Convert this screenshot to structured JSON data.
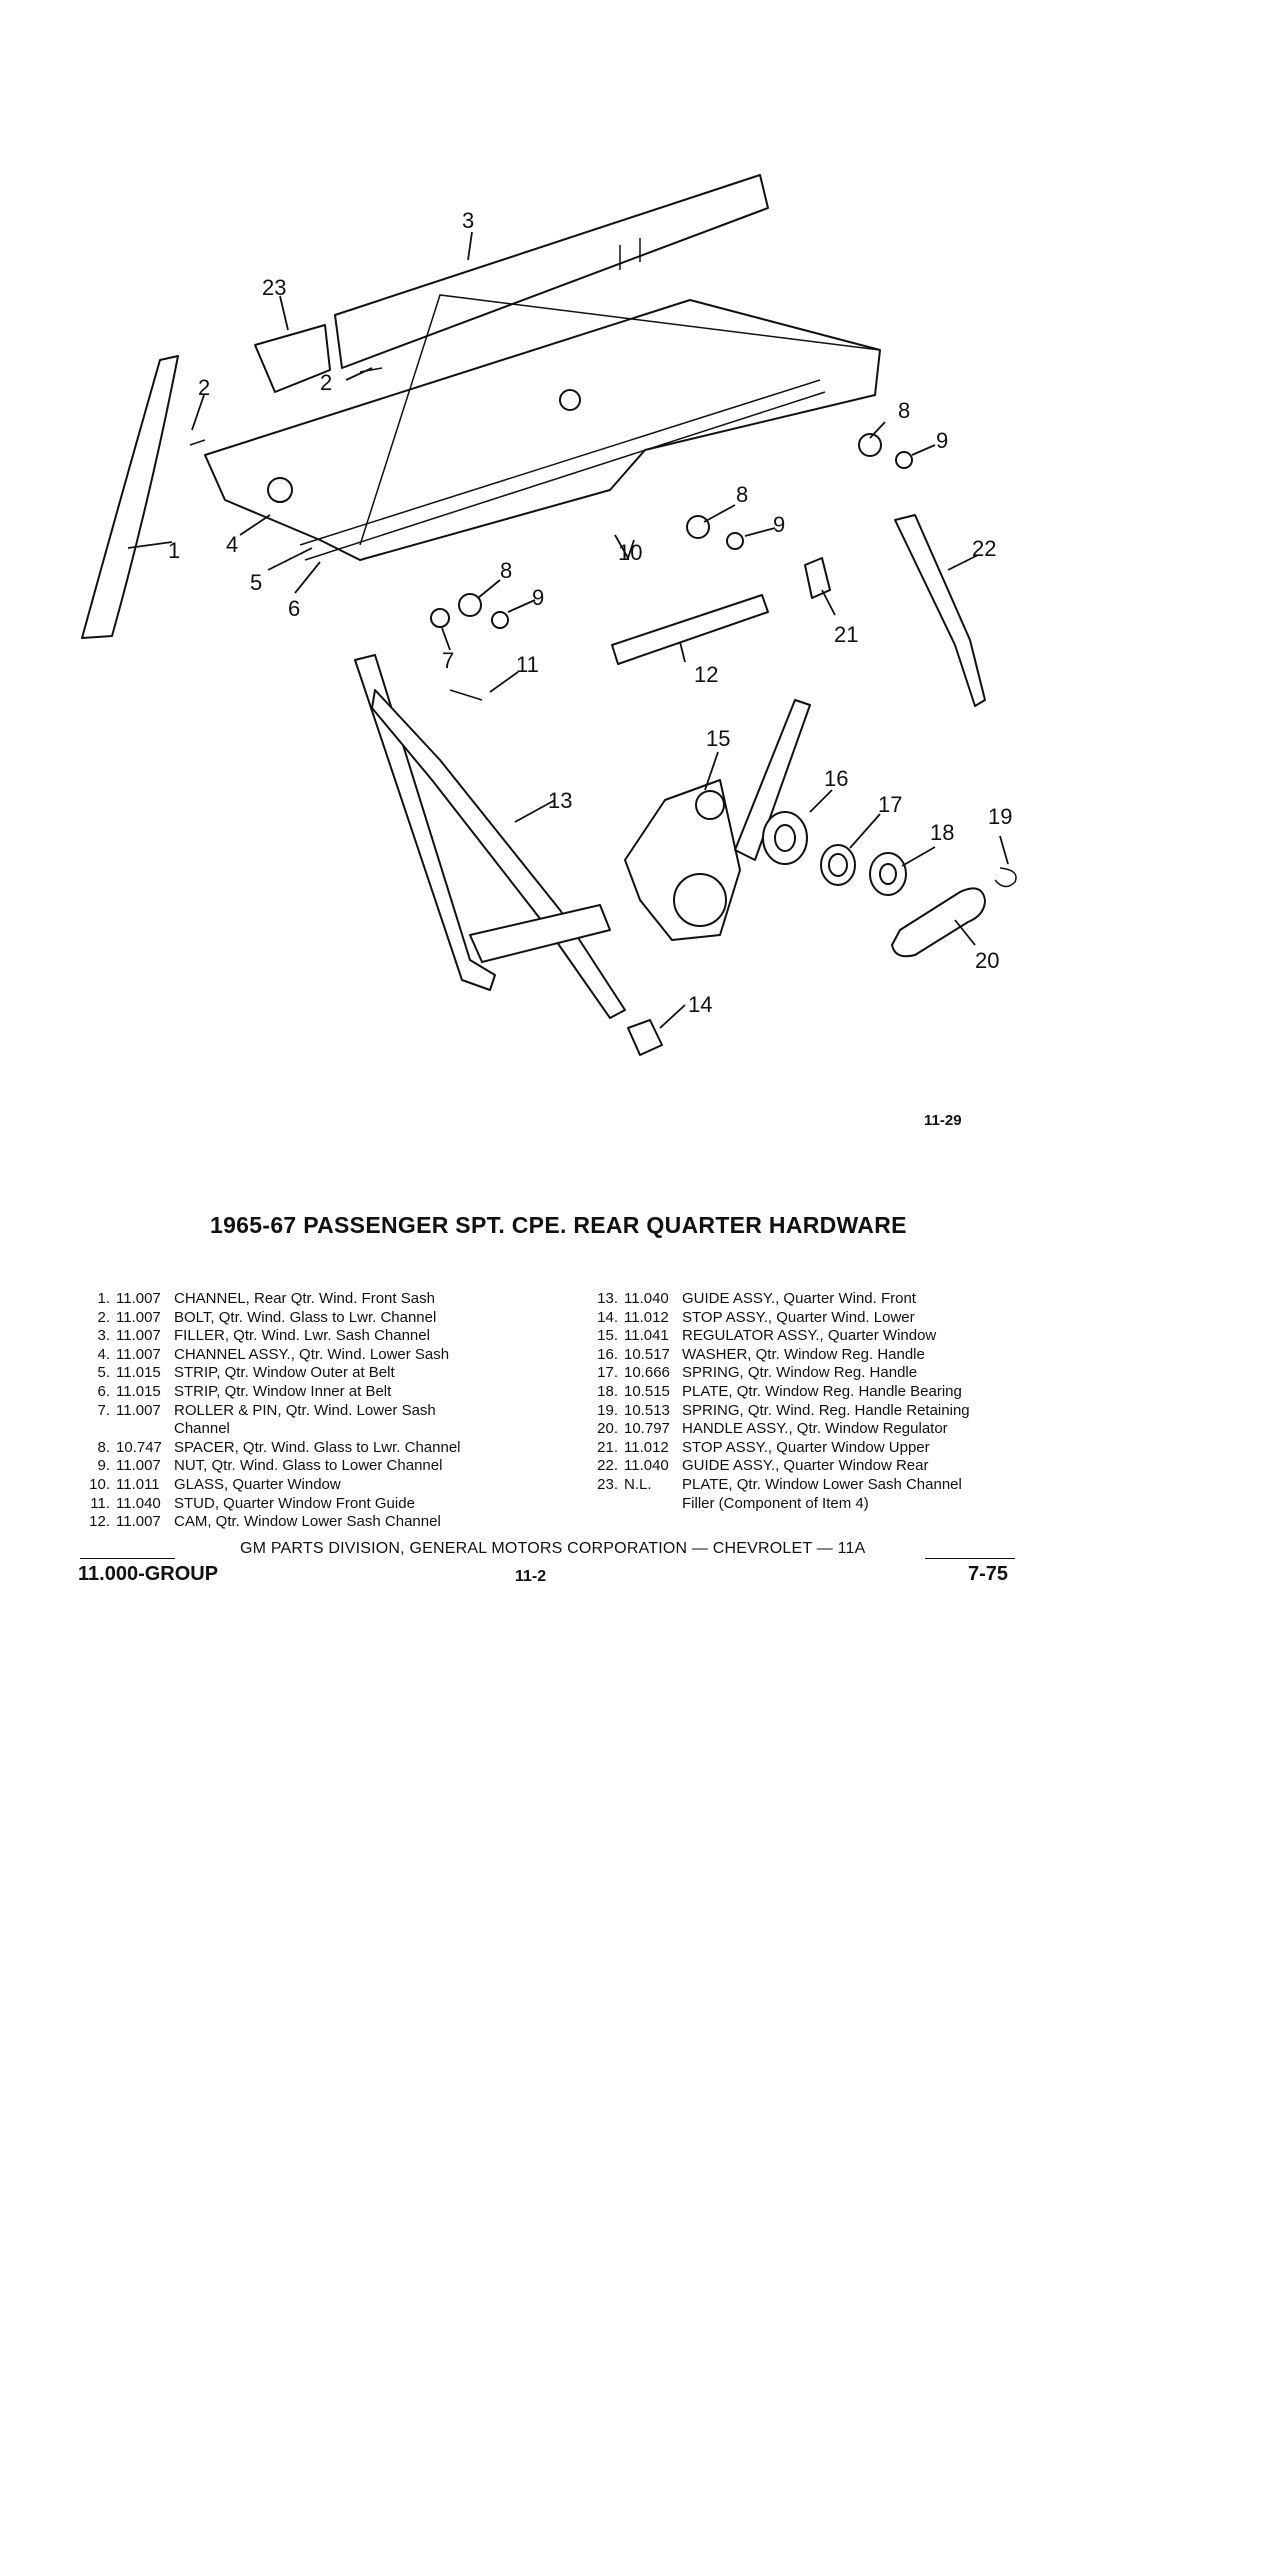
{
  "figure": {
    "number": "11-29",
    "callouts": [
      "1",
      "2",
      "2",
      "3",
      "4",
      "5",
      "6",
      "7",
      "8",
      "8",
      "8",
      "9",
      "9",
      "9",
      "10",
      "11",
      "12",
      "13",
      "14",
      "15",
      "16",
      "17",
      "18",
      "19",
      "20",
      "21",
      "22",
      "23"
    ]
  },
  "title": "1965-67 PASSENGER SPT. CPE. REAR QUARTER HARDWARE",
  "parts_left": [
    {
      "num": "1.",
      "group": "11.007",
      "desc": "CHANNEL, Rear Qtr. Wind. Front Sash"
    },
    {
      "num": "2.",
      "group": "11.007",
      "desc": "BOLT, Qtr. Wind. Glass to Lwr. Channel"
    },
    {
      "num": "3.",
      "group": "11.007",
      "desc": "FILLER, Qtr. Wind. Lwr. Sash Channel"
    },
    {
      "num": "4.",
      "group": "11.007",
      "desc": "CHANNEL ASSY., Qtr. Wind. Lower Sash"
    },
    {
      "num": "5.",
      "group": "11.015",
      "desc": "STRIP, Qtr. Window Outer at Belt"
    },
    {
      "num": "6.",
      "group": "11.015",
      "desc": "STRIP, Qtr. Window Inner at Belt"
    },
    {
      "num": "7.",
      "group": "11.007",
      "desc": "ROLLER & PIN, Qtr. Wind. Lower Sash\nChannel"
    },
    {
      "num": "8.",
      "group": "10.747",
      "desc": "SPACER, Qtr. Wind. Glass to Lwr. Channel"
    },
    {
      "num": "9.",
      "group": "11.007",
      "desc": "NUT, Qtr. Wind. Glass to Lower Channel"
    },
    {
      "num": "10.",
      "group": "11.011",
      "desc": "GLASS, Quarter Window"
    },
    {
      "num": "11.",
      "group": "11.040",
      "desc": "STUD, Quarter Window Front Guide"
    },
    {
      "num": "12.",
      "group": "11.007",
      "desc": "CAM, Qtr. Window Lower Sash Channel"
    }
  ],
  "parts_right": [
    {
      "num": "13.",
      "group": "11.040",
      "desc": "GUIDE ASSY., Quarter Wind. Front"
    },
    {
      "num": "14.",
      "group": "11.012",
      "desc": "STOP ASSY., Quarter Wind. Lower"
    },
    {
      "num": "15.",
      "group": "11.041",
      "desc": "REGULATOR ASSY., Quarter Window"
    },
    {
      "num": "16.",
      "group": "10.517",
      "desc": "WASHER, Qtr. Window Reg. Handle"
    },
    {
      "num": "17.",
      "group": "10.666",
      "desc": "SPRING, Qtr. Window Reg. Handle"
    },
    {
      "num": "18.",
      "group": "10.515",
      "desc": "PLATE, Qtr. Window Reg. Handle Bearing"
    },
    {
      "num": "19.",
      "group": "10.513",
      "desc": "SPRING, Qtr. Wind. Reg. Handle Retaining"
    },
    {
      "num": "20.",
      "group": "10.797",
      "desc": "HANDLE ASSY., Qtr. Window Regulator"
    },
    {
      "num": "21.",
      "group": "11.012",
      "desc": "STOP ASSY., Quarter Window Upper"
    },
    {
      "num": "22.",
      "group": "11.040",
      "desc": "GUIDE ASSY., Quarter Window Rear"
    },
    {
      "num": "23.",
      "group": "N.L.",
      "desc": "PLATE, Qtr. Window Lower Sash Channel\nFiller (Component of Item 4)"
    }
  ],
  "footer": {
    "division": "GM PARTS DIVISION, GENERAL MOTORS CORPORATION — CHEVROLET — 11A",
    "group": "11.000-GROUP",
    "page": "11-2",
    "date": "7-75"
  }
}
